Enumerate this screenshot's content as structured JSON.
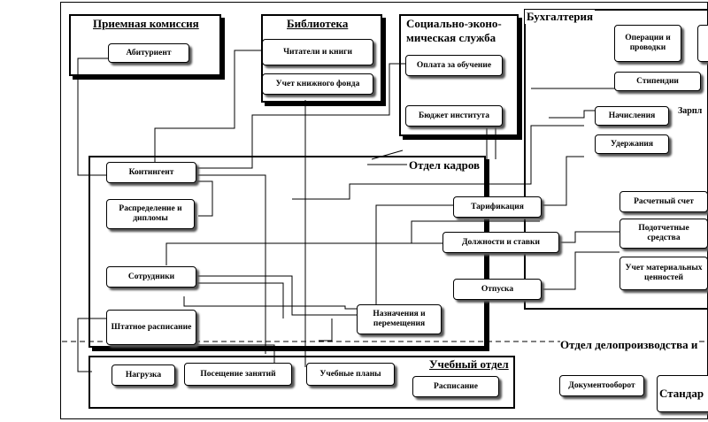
{
  "departments": {
    "admission": "Приемная комиссия",
    "library": "Библиотека",
    "socio_econ_line1": "Социально-эконо-",
    "socio_econ_line2": "мическая служба",
    "accounting": "Бухгалтерия",
    "hr": "Отдел кадров",
    "study": "Учебный отдел",
    "records": "Отдел делопроизводства и",
    "salary_partial": "Зарпл"
  },
  "boxes": {
    "applicant": "Абитуриент",
    "readers_books": "Читатели и книги",
    "book_fund": "Учет книжного фонда",
    "tuition_payment": "Оплата за обучение",
    "institute_budget": "Бюджет института",
    "operations": "Операции и проводки",
    "scholarship": "Стипендии",
    "accruals": "Начисления",
    "deductions": "Удержания",
    "contingent": "Контингент",
    "distribution": "Распределение и дипломы",
    "tariffication": "Тарификация",
    "positions_rates": "Должности и ставки",
    "settlement_account": "Расчетный счет",
    "accountable_funds": "Подотчетные средства",
    "material_assets": "Учет материальных ценностей",
    "staff": "Сотрудники",
    "vacations": "Отпуска",
    "staffing_schedule": "Штатное расписание",
    "appointments": "Назначения и перемещения",
    "workload": "Нагрузка",
    "attendance": "Посещение занятий",
    "curricula": "Учебные планы",
    "schedule": "Расписание",
    "doc_flow": "Документооборот",
    "standards": "Стандар"
  }
}
